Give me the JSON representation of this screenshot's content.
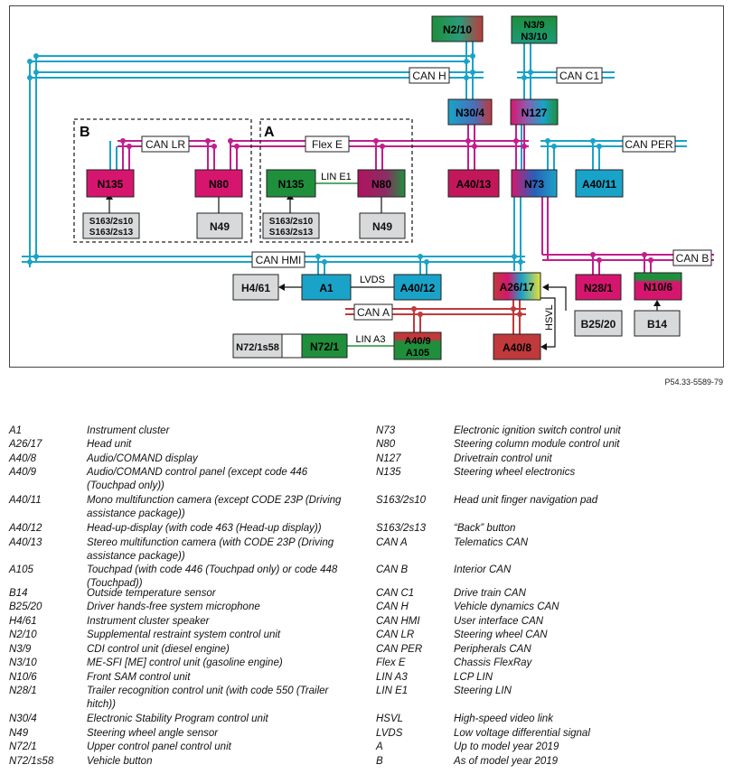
{
  "diagram": {
    "doc_id": "P54.33-5589-79",
    "region_labels": {
      "A": "A",
      "B": "B"
    },
    "buses": {
      "can_h": "CAN H",
      "can_c1": "CAN C1",
      "can_lr": "CAN LR",
      "flex_e": "Flex E",
      "can_per": "CAN PER",
      "can_hmi": "CAN HMI",
      "can_b": "CAN B",
      "can_a": "CAN A",
      "lin_e1": "LIN E1",
      "lvds": "LVDS",
      "lin_a3": "LIN A3",
      "hsvl": "HSVL"
    },
    "modules": {
      "n2_10": "N2/10",
      "n3_9": "N3/9",
      "n3_10": "N3/10",
      "n30_4": "N30/4",
      "n127": "N127",
      "n135_b": "N135",
      "n80_b": "N80",
      "n49_b": "N49",
      "s163_b_1": "S163/2s10",
      "s163_b_2": "S163/2s13",
      "n135_a": "N135",
      "n80_a": "N80",
      "n49_a": "N49",
      "s163_a_1": "S163/2s10",
      "s163_a_2": "S163/2s13",
      "a40_13": "A40/13",
      "n73": "N73",
      "a40_11": "A40/11",
      "h4_61": "H4/61",
      "a1": "A1",
      "a40_12": "A40/12",
      "a26_17": "A26/17",
      "n28_1": "N28/1",
      "n10_6": "N10/6",
      "b25_20": "B25/20",
      "b14": "B14",
      "n72_1s58": "N72/1s58",
      "n72_1": "N72/1",
      "a40_9": "A40/9",
      "a105": "A105",
      "a40_8": "A40/8"
    },
    "colors": {
      "blue": "#1aa3c8",
      "magenta": "#d6166e",
      "green": "#1f8f3c",
      "red": "#c0393b",
      "grey": "#d7d9da",
      "purple_bus": "#c21e8c"
    }
  },
  "legend_left": [
    {
      "code": "A1",
      "desc": "Instrument cluster"
    },
    {
      "code": "A26/17",
      "desc": "Head unit"
    },
    {
      "code": "A40/8",
      "desc": "Audio/COMAND display"
    },
    {
      "code": "A40/9",
      "desc": "Audio/COMAND control panel (except code 446 (Touchpad only))"
    },
    {
      "code": "A40/11",
      "desc": "Mono multifunction camera (except CODE 23P (Driving assistance package))"
    },
    {
      "code": "A40/12",
      "desc": "Head-up-display (with code 463 (Head-up display))"
    },
    {
      "code": "A40/13",
      "desc": "Stereo multifunction camera (with CODE 23P (Driving assistance package))"
    },
    {
      "code": "A105",
      "desc": "Touchpad (with code 446 (Touchpad only) or code 448 (Touchpad))"
    },
    {
      "code": "B14",
      "desc": "Outside temperature sensor"
    },
    {
      "code": "B25/20",
      "desc": "Driver hands-free system microphone"
    },
    {
      "code": "H4/61",
      "desc": "Instrument cluster speaker"
    },
    {
      "code": "N2/10",
      "desc": "Supplemental restraint system control unit"
    },
    {
      "code": "N3/9",
      "desc": "CDI control unit (diesel engine)"
    },
    {
      "code": "N3/10",
      "desc": "ME-SFI [ME] control unit (gasoline engine)"
    },
    {
      "code": "N10/6",
      "desc": "Front SAM control unit"
    },
    {
      "code": "N28/1",
      "desc": "Trailer recognition control unit (with code 550 (Trailer hitch))"
    },
    {
      "code": "N30/4",
      "desc": "Electronic Stability Program control unit"
    },
    {
      "code": "N49",
      "desc": "Steering wheel angle sensor"
    },
    {
      "code": "N72/1",
      "desc": "Upper control panel control unit"
    },
    {
      "code": "N72/1s58",
      "desc": "Vehicle button"
    }
  ],
  "legend_right": [
    {
      "code": "N73",
      "desc": "Electronic ignition switch control unit"
    },
    {
      "code": "N80",
      "desc": "Steering column module control unit"
    },
    {
      "code": "N127",
      "desc": "Drivetrain control unit"
    },
    {
      "code": "N135",
      "desc": "Steering wheel electronics"
    },
    {
      "code": "S163/2s10",
      "desc": "Head unit finger navigation pad"
    },
    {
      "code": "S163/2s13",
      "desc": "“Back” button"
    },
    {
      "code": "CAN A",
      "desc": "Telematics CAN"
    },
    {
      "code": "CAN B",
      "desc": "Interior CAN"
    },
    {
      "code": "CAN C1",
      "desc": "Drive train CAN"
    },
    {
      "code": "CAN H",
      "desc": "Vehicle dynamics CAN"
    },
    {
      "code": "CAN HMI",
      "desc": "User interface CAN"
    },
    {
      "code": "CAN LR",
      "desc": "Steering wheel CAN"
    },
    {
      "code": "CAN PER",
      "desc": "Peripherals CAN"
    },
    {
      "code": "Flex E",
      "desc": "Chassis FlexRay"
    },
    {
      "code": "LIN A3",
      "desc": "LCP LIN"
    },
    {
      "code": "LIN E1",
      "desc": "Steering LIN"
    },
    {
      "code": "HSVL",
      "desc": "High-speed video link"
    },
    {
      "code": "LVDS",
      "desc": "Low voltage differential signal"
    },
    {
      "code": "A",
      "desc": "Up to model year 2019"
    },
    {
      "code": "B",
      "desc": "As of model year 2019"
    }
  ]
}
